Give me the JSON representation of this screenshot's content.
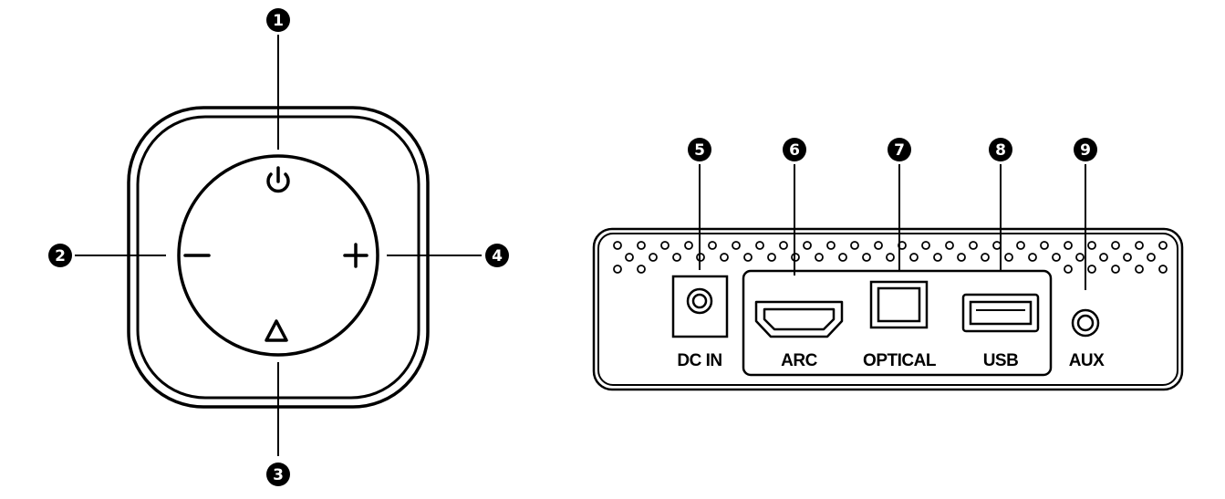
{
  "colors": {
    "ink": "#000000",
    "paper": "#ffffff"
  },
  "control_panel": {
    "buttons": [
      {
        "icon": "power-icon",
        "callout": "1"
      },
      {
        "icon": "minus-icon",
        "callout": "2"
      },
      {
        "icon": "source-triangle-icon",
        "callout": "3"
      },
      {
        "icon": "plus-icon",
        "callout": "4"
      }
    ]
  },
  "rear_panel": {
    "ports": [
      {
        "label": "DC IN",
        "icon": "dc-jack-icon",
        "callout": "5"
      },
      {
        "label": "ARC",
        "icon": "hdmi-port-icon",
        "callout": "6"
      },
      {
        "label": "OPTICAL",
        "icon": "optical-port-icon",
        "callout": "7"
      },
      {
        "label": "USB",
        "icon": "usb-port-icon",
        "callout": "8"
      },
      {
        "label": "AUX",
        "icon": "aux-jack-icon",
        "callout": "9"
      }
    ]
  }
}
